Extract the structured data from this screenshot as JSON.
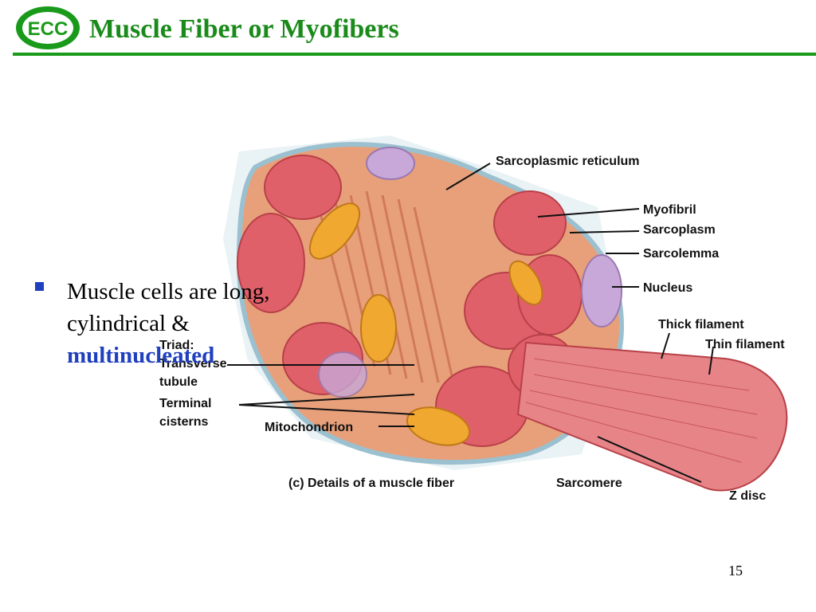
{
  "logo": {
    "text": "ECC"
  },
  "title": "Muscle Fiber or Myofibers",
  "figure": {
    "labels": {
      "sarcoplasmic_reticulum": "Sarcoplasmic reticulum",
      "myofibril": "Myofibril",
      "sarcoplasm": "Sarcoplasm",
      "sarcolemma": "Sarcolemma",
      "nucleus": "Nucleus",
      "thick_filament": "Thick filament",
      "thin_filament": "Thin filament",
      "triad": "Triad:",
      "transverse": "Transverse",
      "tubule": "tubule",
      "terminal": "Terminal",
      "cisterns": "cisterns",
      "mitochondrion": "Mitochondrion",
      "caption": "(c) Details of a muscle fiber",
      "sarcomere": "Sarcomere",
      "z_disc": "Z disc"
    }
  },
  "bullet": {
    "line1": "Muscle cells are long,",
    "line2": "cylindrical &",
    "line3": "multinucleated"
  },
  "page_number": "15"
}
